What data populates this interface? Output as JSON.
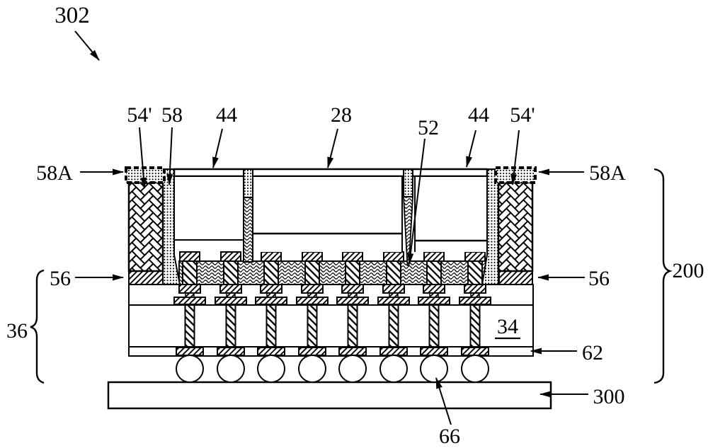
{
  "figure_labels": {
    "ref302": "302",
    "ref54_left": "54'",
    "ref58_left": "58",
    "ref44_left": "44",
    "ref28": "28",
    "ref52": "52",
    "ref44_right": "44",
    "ref54_right": "54'",
    "ref58A_left": "58A",
    "ref58A_right": "58A",
    "ref56_left": "56",
    "ref56_right": "56",
    "ref36": "36",
    "ref200": "200",
    "ref34": "34",
    "ref62": "62",
    "ref300": "300",
    "ref66": "66"
  },
  "colors": {
    "ink": "#000000",
    "paper": "#ffffff"
  }
}
